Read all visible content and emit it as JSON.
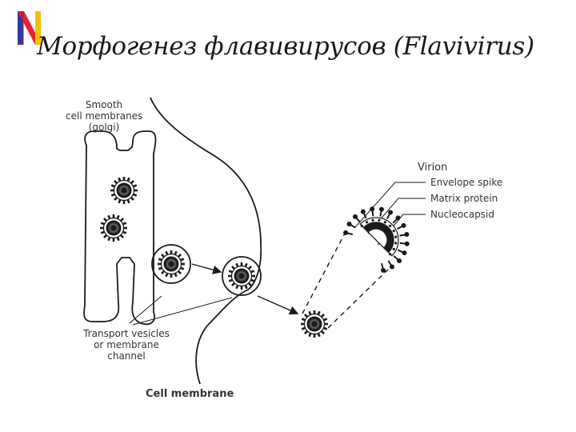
{
  "slide": {
    "title": "Морфогенез флавивирусов (Flavivirus)"
  },
  "diagram": {
    "smooth_membranes": [
      "Smooth",
      "cell membranes",
      "(golgi)"
    ],
    "transport": [
      "Transport vesicles",
      "or membrane",
      "channel"
    ],
    "cell_membrane": "Cell membrane",
    "virion": {
      "heading": "Virion",
      "parts": [
        "Envelope spike",
        "Matrix protein",
        "Nucleocapsid"
      ]
    }
  },
  "colors": {
    "logo_red": "#e8232a",
    "logo_blue": "#2b3a9c",
    "logo_yellow": "#f2c200",
    "ink": "#1a1a1a"
  }
}
